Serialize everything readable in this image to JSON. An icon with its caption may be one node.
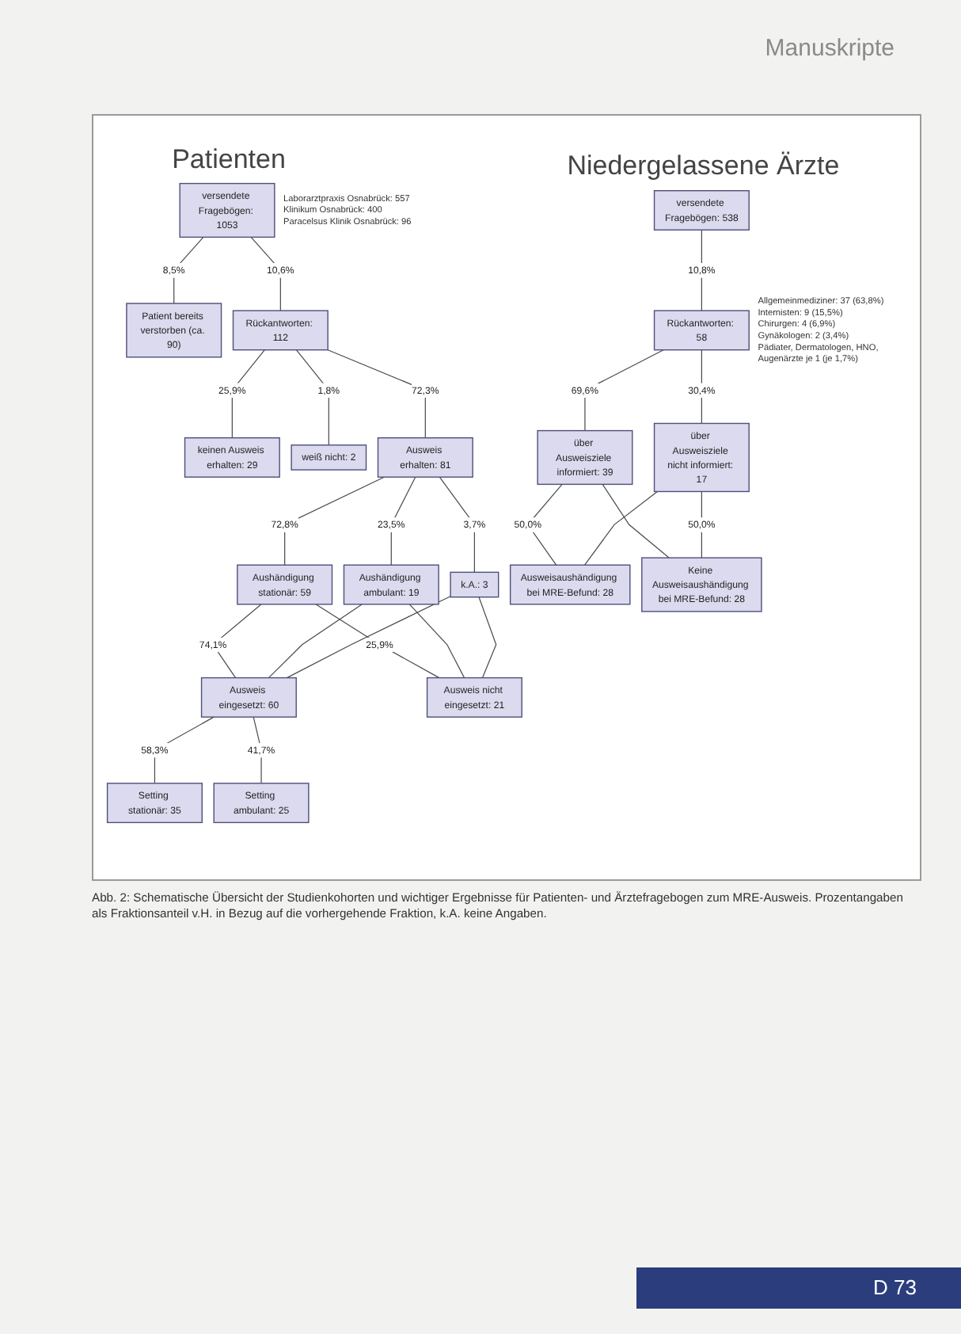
{
  "diagram": {
    "caption": "Abb. 2: Schematische Übersicht der Studienkohorten und wichtiger Ergebnisse für Patienten- und Ärztefragebogen zum MRE-Ausweis. Prozentangaben als Fraktionsanteil v.H. in Bezug auf die vorhergehende Fraktion, k.A. keine Angaben.",
    "nodes": [
      {
        "text": [
          "versendete Fragebögen: 1053"
        ],
        "beside": [
          "Laborarztpraxis Osnabrück: 557",
          "Klinikum Osnabrück: 400",
          "Paracelsus Klinik Osnabrück: 96"
        ]
      },
      {
        "text": [
          "Patient bereits verstorben (ca. 90)"
        ]
      },
      {
        "text": [
          "Rückantworten: 112"
        ]
      },
      {
        "text": [
          "keinen Ausweis erhalten: 29"
        ]
      },
      {
        "text": [
          "weiß nicht: 2"
        ]
      },
      {
        "text": [
          "Ausweis erhalten: 81"
        ]
      },
      {
        "text": [
          "Aushändigung stationär: 59"
        ]
      },
      {
        "text": [
          "Aushändigung ambulant: 19"
        ]
      },
      {
        "text": [
          "k.A.: 3"
        ]
      },
      {
        "text": [
          "Ausweis eingesetzt: 60"
        ]
      },
      {
        "text": [
          "Ausweis nicht eingesetzt: 21"
        ]
      },
      {
        "text": [
          "Setting stationär: 35"
        ]
      },
      {
        "text": [
          "Setting ambulant: 25"
        ]
      },
      {
        "text": [
          "versendete Fragebögen: 538"
        ]
      },
      {
        "text": [
          "Rückantworten: 58"
        ],
        "beside": [
          "Allgemeinmediziner: 37 (63,8%)",
          "Internisten: 9 (15,5%)",
          "Chirurgen: 4 (6,9%)",
          "Gynäkologen: 2 (3,4%)",
          "Pädiater, Dermatologen, HNO, Augenärzte je 1 (je 1,7%)"
        ]
      },
      {
        "text": [
          "über Ausweisziele informiert: 39"
        ]
      },
      {
        "text": [
          "über Ausweisziele nicht informiert: 17"
        ]
      },
      {
        "text": [
          "Ausweisaushändigung bei MRE-Befund: 28"
        ]
      },
      {
        "text": [
          "Keine Ausweisaushändigung bei MRE-Befund: 28"
        ]
      }
    ],
    "edges": [
      {
        "from": 0,
        "to": 1,
        "arrow": "none",
        "label": "8,5%"
      },
      {
        "from": 0,
        "to": 2,
        "arrow": "none",
        "label": "10,6%"
      },
      {
        "from": 2,
        "to": 3,
        "arrow": "none",
        "label": "25,9%"
      },
      {
        "from": 2,
        "to": 4,
        "arrow": "none",
        "label": "1,8%"
      },
      {
        "from": 2,
        "to": 5,
        "arrow": "none",
        "label": "72,3%"
      },
      {
        "from": 5,
        "to": 6,
        "arrow": "none",
        "label": "72,8%"
      },
      {
        "from": 5,
        "to": 7,
        "arrow": "none",
        "label": "23,5%"
      },
      {
        "from": 5,
        "to": 8,
        "arrow": "none",
        "label": "3,7%"
      },
      {
        "from": 6,
        "to": 9,
        "arrow": "none",
        "label": "74,1%"
      },
      {
        "from": 7,
        "to": 9,
        "arrow": "none"
      },
      {
        "from": 8,
        "to": 9,
        "arrow": "none"
      },
      {
        "from": 6,
        "to": 10,
        "arrow": "none",
        "label": "25,9%"
      },
      {
        "from": 7,
        "to": 10,
        "arrow": "none"
      },
      {
        "from": 8,
        "to": 10,
        "arrow": "none"
      },
      {
        "from": 9,
        "to": 11,
        "arrow": "none",
        "label": "58,3%"
      },
      {
        "from": 9,
        "to": 12,
        "arrow": "none",
        "label": "41,7%"
      },
      {
        "from": 13,
        "to": 14,
        "arrow": "none",
        "label": "10,8%"
      },
      {
        "from": 14,
        "to": 15,
        "arrow": "none",
        "label": "69,6%"
      },
      {
        "from": 14,
        "to": 16,
        "arrow": "none",
        "label": "30,4%"
      },
      {
        "from": 15,
        "to": 17,
        "arrow": "none",
        "label": "50,0%"
      },
      {
        "from": 16,
        "to": 17,
        "arrow": "none"
      },
      {
        "from": 15,
        "to": 18,
        "arrow": "none"
      },
      {
        "from": 16,
        "to": 18,
        "arrow": "none",
        "label": "50,0%"
      }
    ],
    "labels": [
      "Manuskripte",
      "Patienten",
      "Niedergelassene Ärzte",
      "D 73"
    ]
  }
}
